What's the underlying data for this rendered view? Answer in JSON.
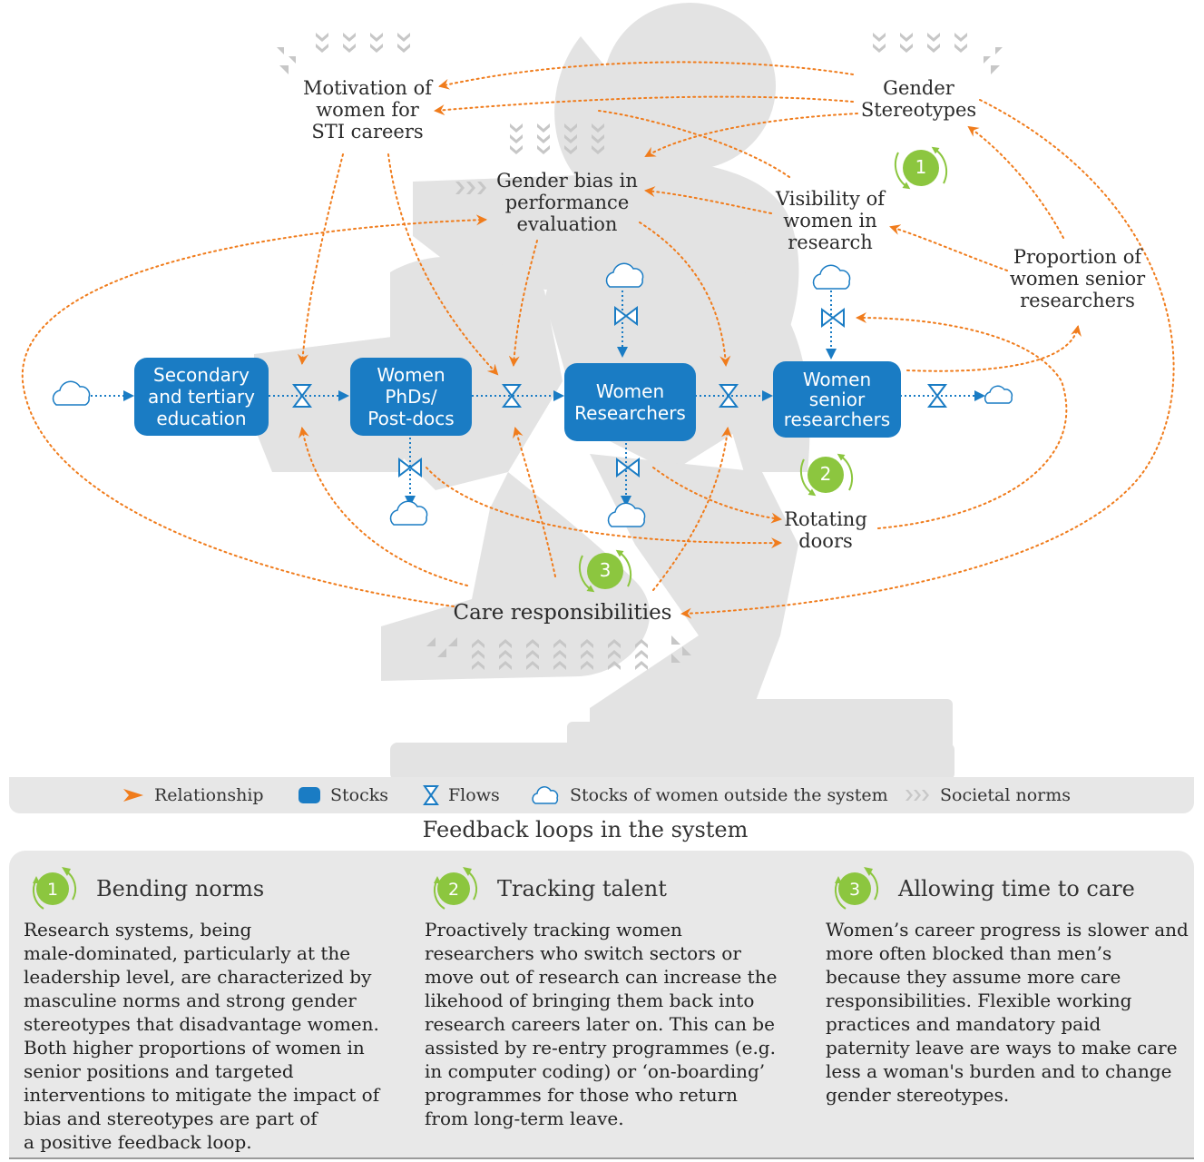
{
  "nodes": {
    "motivation": "Motivation of\nwomen for\nSTI careers",
    "gender_stereotypes": "Gender\nStereotypes",
    "gender_bias": "Gender bias in\nperformance\nevaluation",
    "visibility": "Visibility of\nwomen in\nresearch",
    "proportion": "Proportion of\nwomen senior\nresearchers",
    "rotating_doors": "Rotating\ndoors",
    "care": "Care responsibilities"
  },
  "stocks": {
    "education": "Secondary\nand tertiary\neducation",
    "phds": "Women\nPhDs/\nPost-docs",
    "researchers": "Women\nResearchers",
    "senior": "Women\nsenior\nresearchers"
  },
  "loop_badges": [
    "1",
    "2",
    "3"
  ],
  "legend": {
    "relationship": "Relationship",
    "stocks": "Stocks",
    "flows": "Flows",
    "outside": "Stocks of women outside the system",
    "norms": "Societal norms"
  },
  "feedback_title": "Feedback loops in the system",
  "loops": [
    {
      "number": "1",
      "title": "Bending norms",
      "text": "Research systems, being\nmale-dominated, particularly at the\nleadership level, are characterized by\nmasculine norms and strong gender\nstereotypes that disadvantage women.\nBoth higher proportions of women in\nsenior positions and targeted\ninterventions to mitigate the impact of\nbias and stereotypes are part of\na positive feedback loop."
    },
    {
      "number": "2",
      "title": "Tracking talent",
      "text": "Proactively tracking women\nresearchers who switch sectors or\nmove out of research can increase the\nlikehood of bringing them back into\nresearch careers later on.  This can be\nassisted by re-entry programmes (e.g.\nin computer coding) or ‘on-boarding’\nprogrammes for those who return\nfrom long-term leave."
    },
    {
      "number": "3",
      "title": "Allowing time to care",
      "text": "Women’s career progress is slower and\nmore often blocked than men’s\nbecause they assume more care\nresponsibilities. Flexible working\npractices and mandatory paid\npaternity leave are ways to make care\nless a woman's burden and to change\ngender stereotypes."
    }
  ],
  "colors": {
    "stock_blue": "#1a7cc4",
    "arrow_orange": "#f07c1c",
    "loop_green": "#8cc63f",
    "silhouette_gray": "#e3e3e3",
    "panel_gray": "#e8e8e8"
  }
}
